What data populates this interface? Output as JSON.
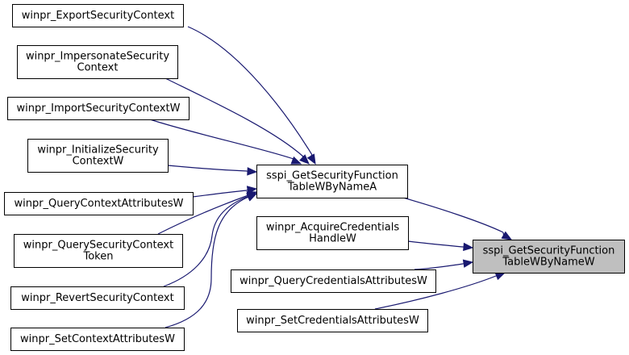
{
  "colors": {
    "edge": "#191970",
    "node_fill": "#ffffff",
    "target_fill": "#bfbfbf",
    "border": "#000000"
  },
  "nodes": [
    {
      "id": "export",
      "lines": [
        "winpr_ExportSecurityContext"
      ]
    },
    {
      "id": "impersonate",
      "lines": [
        "winpr_ImpersonateSecurity",
        "Context"
      ]
    },
    {
      "id": "import",
      "lines": [
        "winpr_ImportSecurityContextW"
      ]
    },
    {
      "id": "initialize",
      "lines": [
        "winpr_InitializeSecurity",
        "ContextW"
      ]
    },
    {
      "id": "queryctx",
      "lines": [
        "winpr_QueryContextAttributesW"
      ]
    },
    {
      "id": "querysec",
      "lines": [
        "winpr_QuerySecurityContext",
        "Token"
      ]
    },
    {
      "id": "revert",
      "lines": [
        "winpr_RevertSecurityContext"
      ]
    },
    {
      "id": "setctx",
      "lines": [
        "winpr_SetContextAttributesW"
      ]
    },
    {
      "id": "sspiA",
      "lines": [
        "sspi_GetSecurityFunction",
        "TableWByNameA"
      ]
    },
    {
      "id": "acquire",
      "lines": [
        "winpr_AcquireCredentials",
        "HandleW"
      ]
    },
    {
      "id": "querycred",
      "lines": [
        "winpr_QueryCredentialsAttributesW"
      ]
    },
    {
      "id": "setcred",
      "lines": [
        "winpr_SetCredentialsAttributesW"
      ]
    },
    {
      "id": "sspiW",
      "lines": [
        "sspi_GetSecurityFunction",
        "TableWByNameW"
      ],
      "highlight": true
    }
  ],
  "edges": [
    {
      "from": "export",
      "to": "sspiA"
    },
    {
      "from": "impersonate",
      "to": "sspiA"
    },
    {
      "from": "import",
      "to": "sspiA"
    },
    {
      "from": "initialize",
      "to": "sspiA"
    },
    {
      "from": "queryctx",
      "to": "sspiA"
    },
    {
      "from": "querysec",
      "to": "sspiA"
    },
    {
      "from": "revert",
      "to": "sspiA"
    },
    {
      "from": "setctx",
      "to": "sspiA"
    },
    {
      "from": "sspiA",
      "to": "sspiW"
    },
    {
      "from": "acquire",
      "to": "sspiW"
    },
    {
      "from": "querycred",
      "to": "sspiW"
    },
    {
      "from": "setcred",
      "to": "sspiW"
    }
  ]
}
